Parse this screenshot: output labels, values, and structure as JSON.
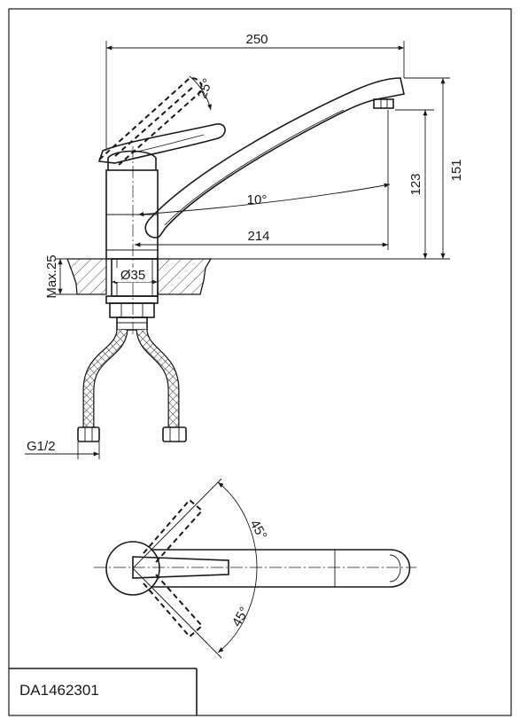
{
  "drawing": {
    "side_view": {
      "width": "250",
      "lever_tilt": "25°",
      "spout_angle": "10°",
      "spout_reach": "214",
      "outlet_height": "123",
      "total_height": "151",
      "mount_hole": "Ø35",
      "max_deck": "Max.25",
      "thread": "G1/2"
    },
    "top_view": {
      "rotation_upper": "45°",
      "rotation_lower": "45°"
    }
  },
  "title_block": {
    "part_number": "DA1462301"
  },
  "colors": {
    "line": "#1a1a1a",
    "background": "#ffffff"
  }
}
